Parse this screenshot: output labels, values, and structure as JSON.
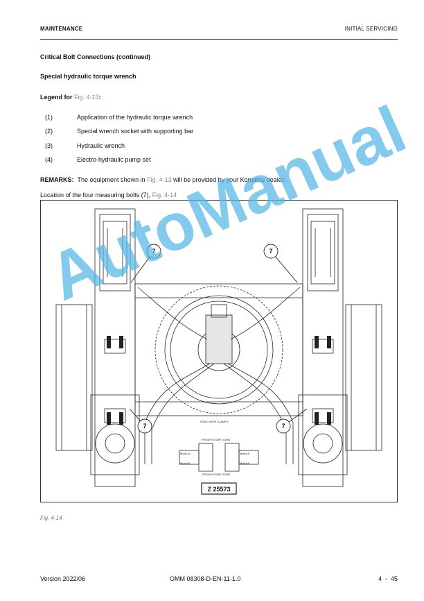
{
  "header": {
    "left": "MAINTENANCE",
    "right": "INITIAL SERVICING"
  },
  "section_title": "Critical Bolt Connections (continued)",
  "subsection_title": "Special hydraulic torque wrench",
  "legend": {
    "prefix": "Legend for ",
    "fig_ref": "Fig. 4-13",
    "suffix": ":"
  },
  "legend_items": [
    {
      "num": "(1)",
      "text": "Application of the hydraulic torque wrench"
    },
    {
      "num": "(2)",
      "text": "Special wrench socket with supporting bar"
    },
    {
      "num": "(3)",
      "text": "Hydraulic wrench"
    },
    {
      "num": "(4)",
      "text": "Electro-hydraulic pump set"
    }
  ],
  "remarks": {
    "label": "REMARKS:",
    "text_before": "The equipment shown in ",
    "fig_ref": "Fig. 4-13",
    "text_after": " will be provided by your Komatsu dealer."
  },
  "location": {
    "text": "Location of the four measuring bolts (",
    "bolt_num": "7",
    "text_mid": "), ",
    "fig_ref": "Fig. 4-14"
  },
  "figure": {
    "callout": "7",
    "drawing_id": "Z 25573",
    "note_clamps": "FIXED WITH CLAMPS",
    "note_from_joint_top": "FROM ROTARY JOINT",
    "note_from_joint_bottom": "FROM ROTARY JOINT",
    "motor_labels": [
      "Motor-A",
      "Motor-B",
      "Motor-A",
      "Motor-B"
    ]
  },
  "caption": "Fig. 4-14",
  "watermark": "AutoManual",
  "footer": {
    "left": "Version 2022/06",
    "center": "OMM 08308-D-EN-11-1.0",
    "right": "4  -  45"
  }
}
